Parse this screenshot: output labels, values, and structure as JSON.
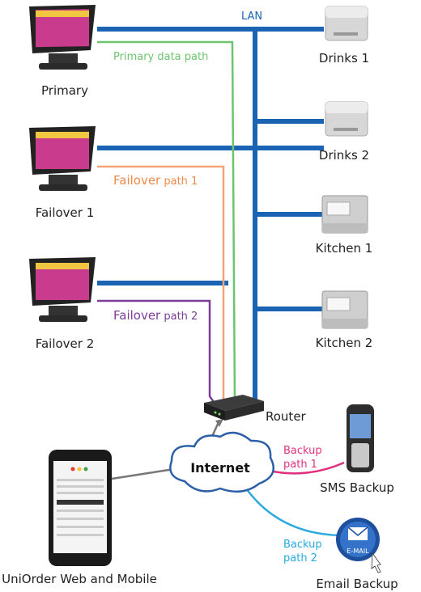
{
  "network": {
    "lan_label": "LAN"
  },
  "terminals": [
    {
      "id": "primary",
      "label": "Primary"
    },
    {
      "id": "failover1",
      "label": "Failover 1"
    },
    {
      "id": "failover2",
      "label": "Failover 2"
    }
  ],
  "printers": [
    {
      "id": "drinks1",
      "label": "Drinks 1"
    },
    {
      "id": "drinks2",
      "label": "Drinks 2"
    },
    {
      "id": "kitchen1",
      "label": "Kitchen 1"
    },
    {
      "id": "kitchen2",
      "label": "Kitchen 2"
    }
  ],
  "paths": {
    "primary": {
      "text": "Primary data path",
      "color": "#6cc46f"
    },
    "failover1": {
      "prefix": "Failover",
      "suffix": " path 1",
      "color": "#f4a477"
    },
    "failover2": {
      "prefix": "Failover",
      "suffix": " path 2",
      "color": "#7b3d98"
    },
    "backup1": {
      "line1": "Backup",
      "line2": "path 1",
      "color": "#e0307e"
    },
    "backup2": {
      "line1": "Backup",
      "line2": "path 2",
      "color": "#29a9df"
    }
  },
  "router": {
    "label": "Router"
  },
  "internet": {
    "label": "Internet"
  },
  "sms": {
    "label": "SMS Backup"
  },
  "email": {
    "label": "Email Backup",
    "icon_text": "E-MAIL"
  },
  "mobile": {
    "label": "UniOrder Web and Mobile"
  },
  "colors": {
    "lan": "#1b64b4",
    "gray_line": "#707070"
  }
}
